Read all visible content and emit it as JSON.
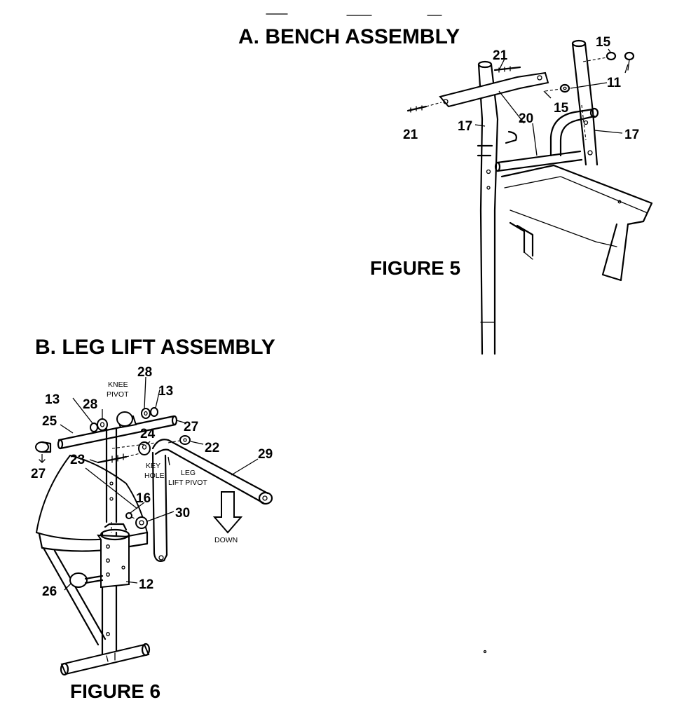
{
  "sections": {
    "bench": {
      "heading": "A. BENCH ASSEMBLY",
      "figure": "FIGURE 5"
    },
    "leglift": {
      "heading": "B. LEG LIFT ASSEMBLY",
      "figure": "FIGURE 6"
    }
  },
  "fig5_callouts": {
    "p15_top": "15",
    "p21_top": "21",
    "p11": "11",
    "p15_mid": "15",
    "p20": "20",
    "p17_left": "17",
    "p17_right": "17",
    "p21_bottom": "21"
  },
  "fig6_callouts": {
    "p28_top": "28",
    "p13_right": "13",
    "p13_left": "13",
    "p28_left": "28",
    "p25": "25",
    "p24": "24",
    "p27_right": "27",
    "p22": "22",
    "p29": "29",
    "p23": "23",
    "p27_left": "27",
    "p16": "16",
    "p30": "30",
    "p26": "26",
    "p12": "12"
  },
  "fig6_labels": {
    "knee_pivot_1": "KNEE",
    "knee_pivot_2": "PIVOT",
    "key_hole_1": "KEY",
    "key_hole_2": "HOLE",
    "leg_lift_pivot_1": "LEG",
    "leg_lift_pivot_2": "LIFT PIVOT",
    "down": "DOWN"
  }
}
